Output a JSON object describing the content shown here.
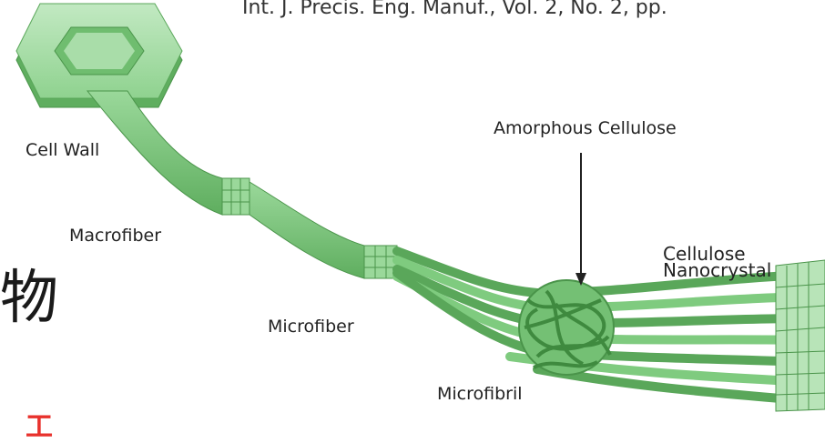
{
  "citation": "Int. J. Precis. Eng. Manuf., Vol. 2, No. 2, pp.",
  "labels": {
    "cell_wall": "Cell Wall",
    "macrofiber": "Macrofiber",
    "microfiber": "Microfiber",
    "microfibril": "Microfibril",
    "amorphous": "Amorphous Cellulose",
    "nanocrystal": "Cellulose\nNanocrystal"
  },
  "side_text": {
    "cjk_char": "物",
    "red_fragment": "工"
  },
  "colors": {
    "fiber_light": "#a6dca6",
    "fiber_mid": "#7fcb7f",
    "fiber_dark": "#4f9e4f",
    "red_text": "#e8312c"
  }
}
